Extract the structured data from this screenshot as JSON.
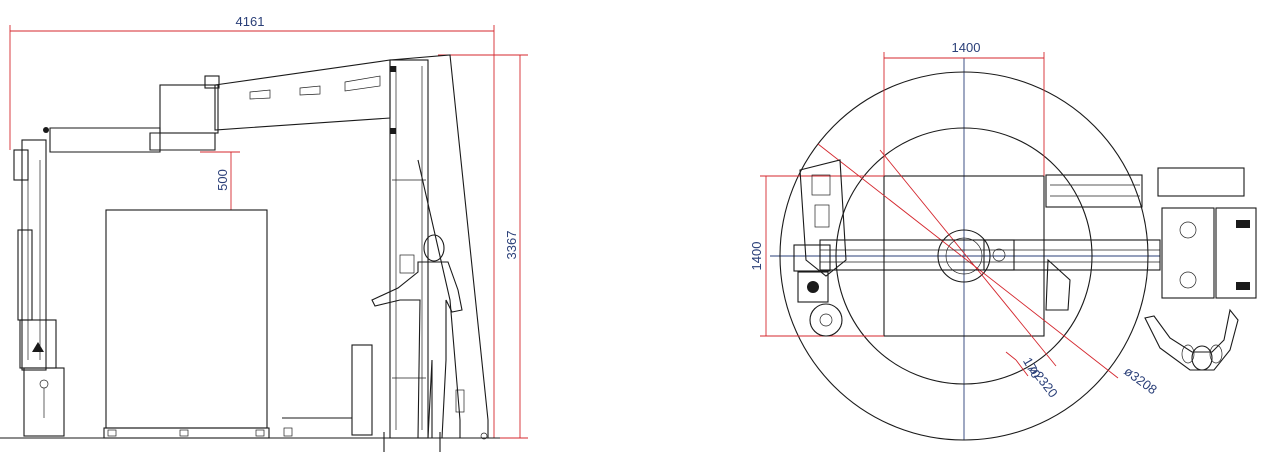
{
  "side_view": {
    "overall_width": "4161",
    "overall_height": "3367",
    "clearance": "500"
  },
  "top_view": {
    "table_width": "1400",
    "table_depth": "1400",
    "inner_diameter": "ø2320",
    "outer_diameter": "ø3208",
    "offset": "170"
  },
  "colors": {
    "dimension_line": "#d4272e",
    "dimension_text": "#2a3f78",
    "drawing": "#1a1a1a"
  }
}
